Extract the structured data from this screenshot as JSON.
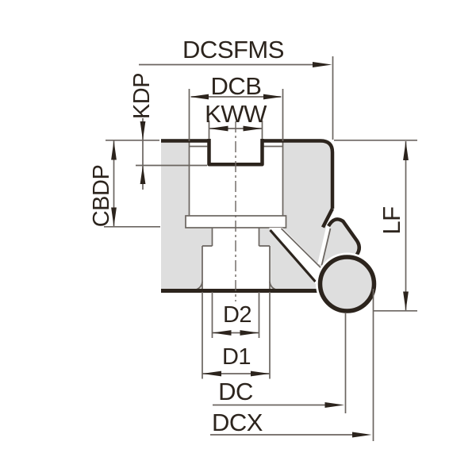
{
  "diagram": {
    "type": "technical-drawing",
    "subject": "round-insert face mill cutter cross-section with dimension callouts",
    "labels": {
      "dcsfms": "DCSFMS",
      "dcb": "DCB",
      "kww": "KWW",
      "kdp": "KDP",
      "cbdp": "CBDP",
      "lf": "LF",
      "d2": "D2",
      "d1": "D1",
      "dc": "DC",
      "dcx": "DCX"
    },
    "colors": {
      "line": "#2c241d",
      "thin_line": "#6b6560",
      "body_fill": "#dedede",
      "background": "#ffffff"
    }
  }
}
